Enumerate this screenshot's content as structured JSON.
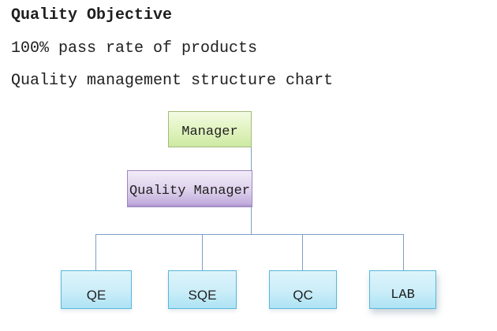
{
  "document": {
    "title": "Quality Objective",
    "objective": "100% pass rate of products",
    "caption": "Quality management structure chart",
    "text_color": "#1f1f1f",
    "background": "#ffffff"
  },
  "org_chart": {
    "connector_color": "#7d9fc4",
    "nodes": {
      "manager": {
        "label": "Manager",
        "fill_top": "#f3fbe3",
        "fill_bottom": "#cde9a2",
        "border": "#a4ba7e"
      },
      "quality_manager": {
        "label": "Quality Manager",
        "fill_top": "#f2ecf8",
        "fill_bottom": "#ab90cc",
        "border": "#9c87be"
      },
      "departments": [
        {
          "label": "QE"
        },
        {
          "label": "SQE"
        },
        {
          "label": "QC"
        },
        {
          "label": "LAB"
        }
      ],
      "department_style": {
        "fill_top": "#def4fb",
        "fill_bottom": "#aee3f4",
        "border": "#58b7dc"
      }
    }
  }
}
